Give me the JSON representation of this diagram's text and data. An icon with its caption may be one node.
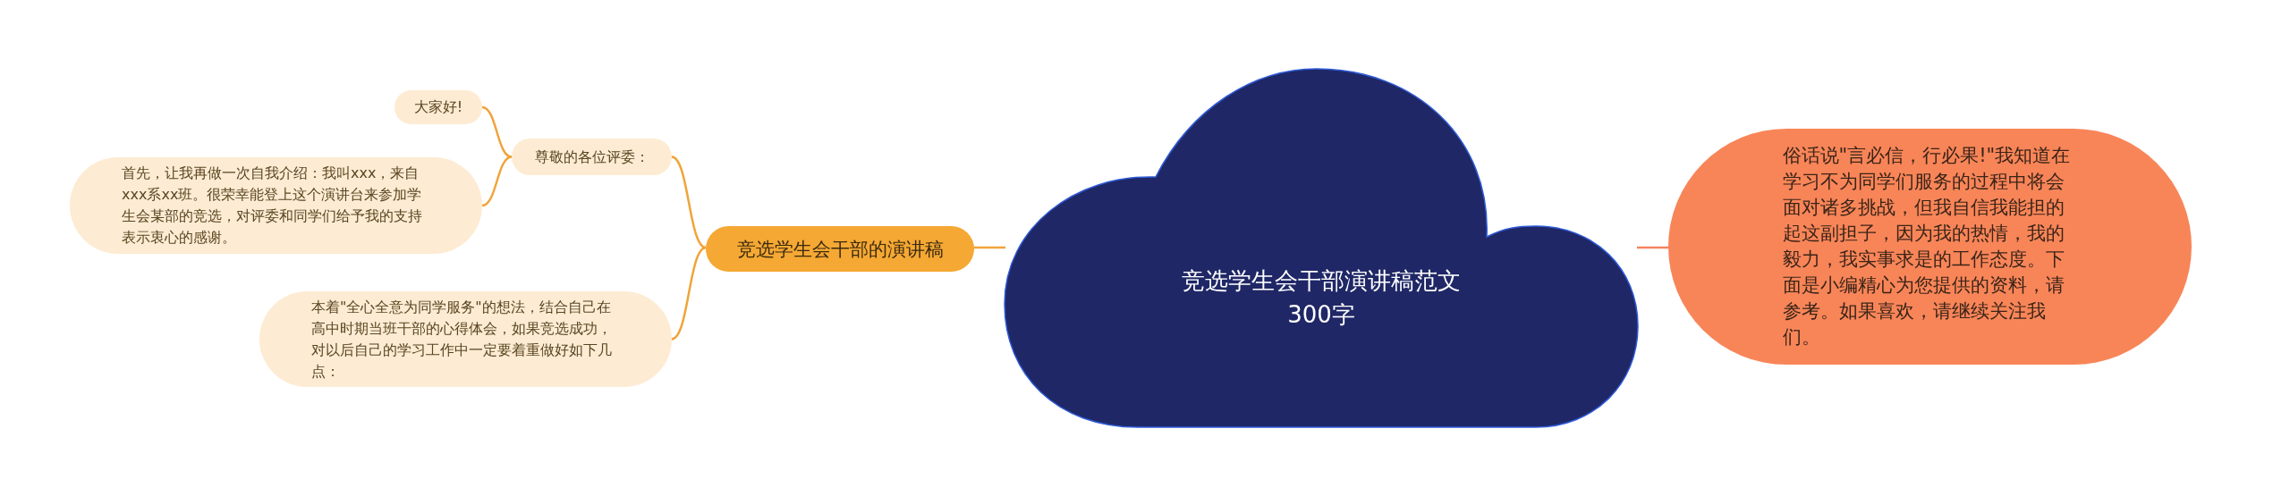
{
  "diagram": {
    "nodes": [
      {
        "text": [
          "竞选学生会干部演讲稿范文300字"
        ]
      },
      {
        "text": [
          "竞选学生会干部的演讲稿"
        ]
      },
      {
        "text": [
          "尊敬的各位评委："
        ]
      },
      {
        "text": [
          "大家好!"
        ]
      },
      {
        "text": [
          "首先，让我再做一次自我介绍：我叫xxx，来自xxx系xx班。很荣幸能登上这个演讲台来参加学生会某部的竞选，对评委和同学们给予我的支持表示衷心的感谢。"
        ]
      },
      {
        "text": [
          "本着\"全心全意为同学服务\"的想法，结合自己在高中时期当班干部的心得体会，如果竞选成功，对以后自己的学习工作中一定要着重做好如下几点："
        ]
      },
      {
        "text": [
          "俗话说\"言必信，行必果!\"我知道在学习不为同学们服务的过程中将会面对诸多挑战，但我自信我能担的起这副担子，因为我的热情，我的毅力，我实事求是的工作态度。下面是小编精心为您提供的资料，请参考。如果喜欢，请继续关注我们。"
        ]
      }
    ],
    "edges": [
      {
        "from": 0,
        "to": 1,
        "arrow": "none"
      },
      {
        "from": 1,
        "to": 2,
        "arrow": "none"
      },
      {
        "from": 2,
        "to": 3,
        "arrow": "none"
      },
      {
        "from": 2,
        "to": 4,
        "arrow": "none"
      },
      {
        "from": 1,
        "to": 5,
        "arrow": "none"
      },
      {
        "from": 0,
        "to": 6,
        "arrow": "none",
        "color": "#f4845f"
      }
    ]
  }
}
